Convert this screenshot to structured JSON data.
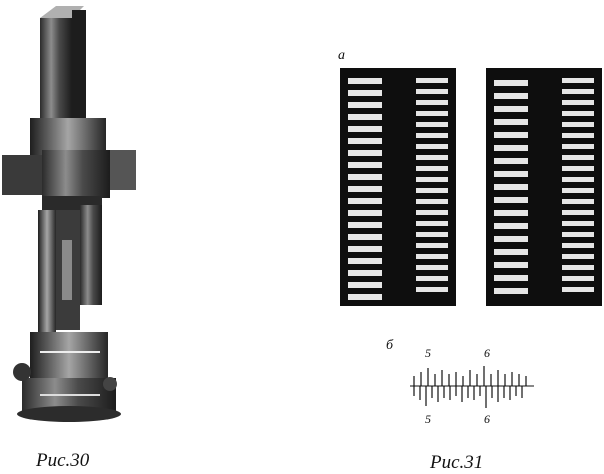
{
  "figures": {
    "left": {
      "caption": "Рис.30"
    },
    "right": {
      "caption": "Рис.31",
      "panel_a_label": "а",
      "panel_b_label": "б",
      "scale": {
        "top_left": "5",
        "top_right": "6",
        "bottom_left": "5",
        "bottom_right": "6"
      }
    }
  },
  "colors": {
    "ink": "#111111",
    "paper": "#ffffff",
    "gray": "#6f6f6f"
  }
}
